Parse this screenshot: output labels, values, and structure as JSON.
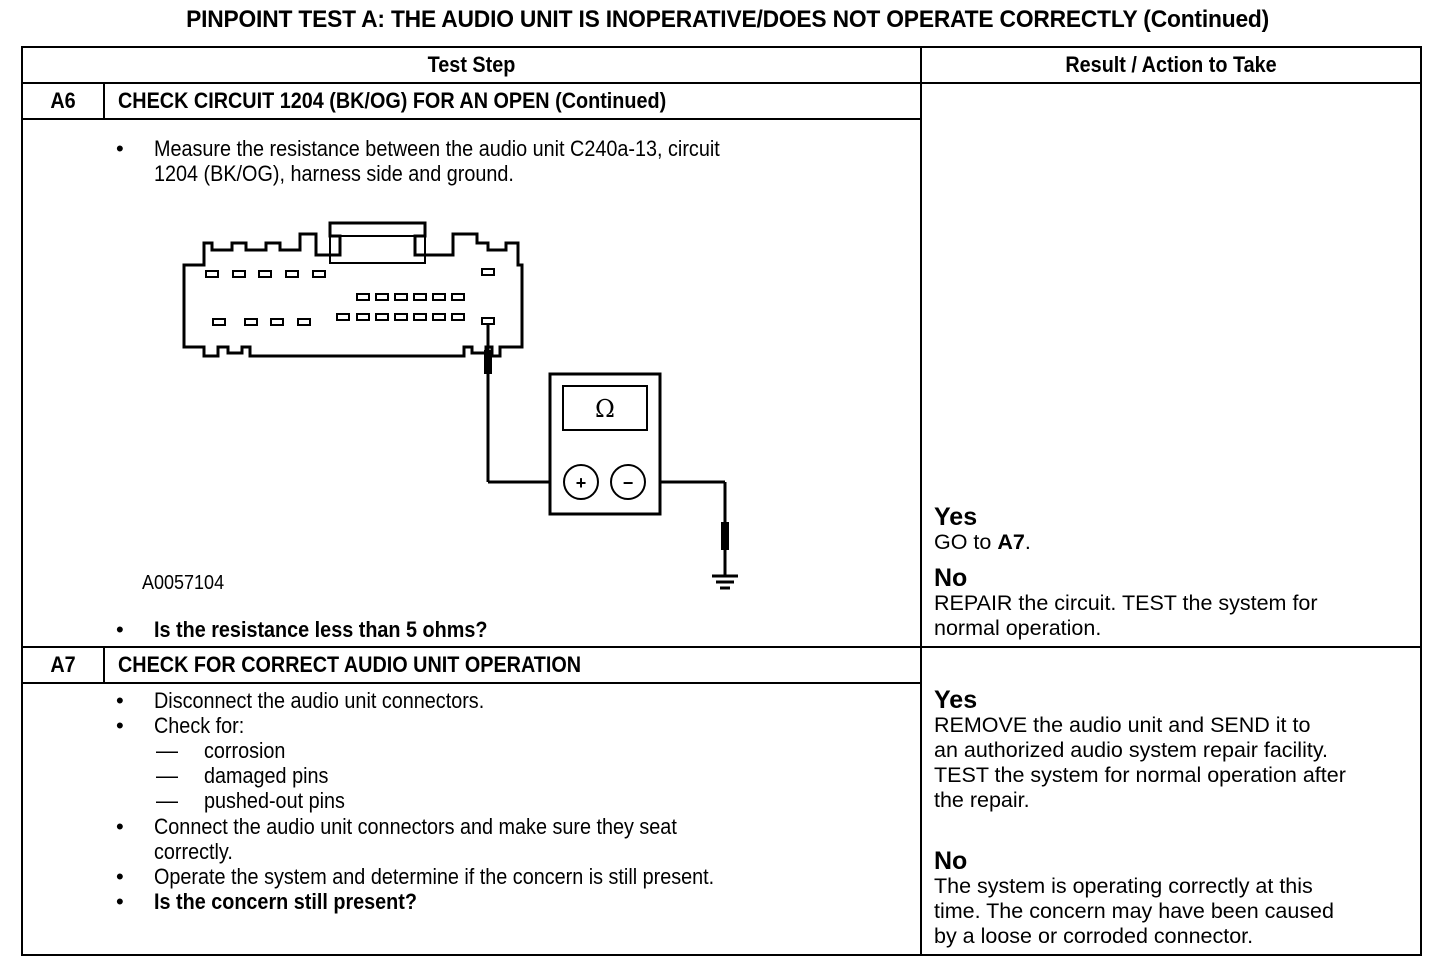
{
  "title": "PINPOINT TEST  A: THE AUDIO UNIT IS INOPERATIVE/DOES NOT OPERATE CORRECTLY (Continued)",
  "columns": {
    "test_step": "Test Step",
    "result_action": "Result / Action to Take"
  },
  "steps": [
    {
      "id": "A6",
      "title": "CHECK CIRCUIT 1204 (BK/OG) FOR AN OPEN (Continued)",
      "instructions": [
        {
          "bullet": "•",
          "lines": [
            "Measure the resistance between the audio unit C240a-13, circuit",
            "1204 (BK/OG), harness side and ground."
          ]
        }
      ],
      "figure": {
        "id": "A0057104",
        "meter_symbol": "Ω",
        "meter_plus": "+",
        "meter_minus": "−",
        "icons": [
          "connector-icon",
          "ohmmeter-icon",
          "ground-icon"
        ]
      },
      "question": {
        "bullet": "•",
        "text": "Is the resistance less than 5 ohms?"
      },
      "results": {
        "yes_label": "Yes",
        "yes_prefix": "GO to ",
        "yes_link": "A7",
        "yes_suffix": ".",
        "no_label": "No",
        "no_lines": [
          "REPAIR the circuit. TEST the system for",
          "normal operation."
        ]
      }
    },
    {
      "id": "A7",
      "title": "CHECK FOR CORRECT AUDIO UNIT OPERATION",
      "instructions": [
        {
          "bullet": "•",
          "text": "Disconnect the audio unit connectors."
        },
        {
          "bullet": "•",
          "text": "Check for:"
        },
        {
          "dash": "—",
          "text": "corrosion"
        },
        {
          "dash": "—",
          "text": "damaged pins"
        },
        {
          "dash": "—",
          "text": "pushed-out pins"
        },
        {
          "bullet": "•",
          "lines": [
            "Connect the audio unit connectors and make sure they seat",
            "correctly."
          ]
        },
        {
          "bullet": "•",
          "text": "Operate the system and determine if the concern is still present."
        }
      ],
      "question": {
        "bullet": "•",
        "text": "Is the concern still present?"
      },
      "results": {
        "yes_label": "Yes",
        "yes_lines": [
          "REMOVE the audio unit and SEND it to",
          "an authorized audio system repair facility.",
          "TEST the system for normal operation after",
          "the repair."
        ],
        "no_label": "No",
        "no_lines": [
          "The system is operating correctly at this",
          "time. The concern may have been caused",
          "by a loose or corroded connector."
        ]
      }
    }
  ]
}
